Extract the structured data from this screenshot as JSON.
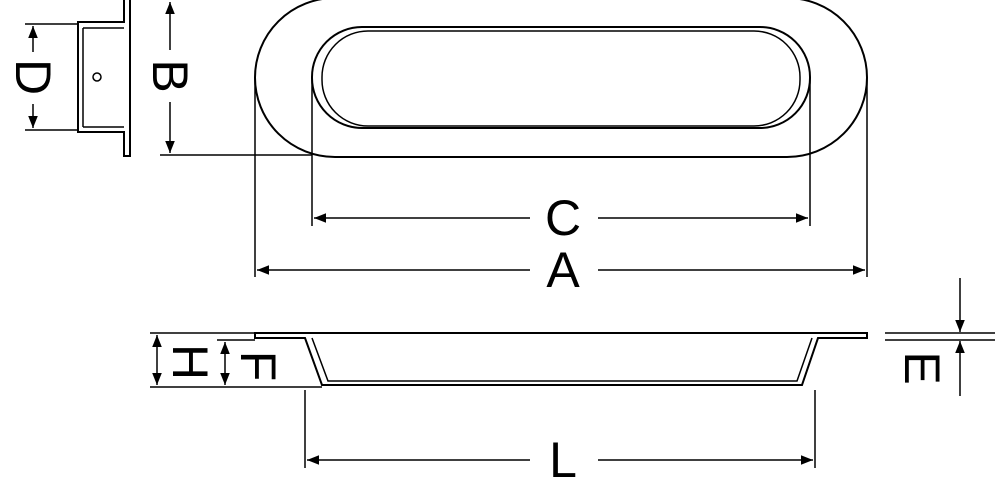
{
  "labels": {
    "A": "A",
    "B": "B",
    "C": "C",
    "D": "D",
    "E": "E",
    "F": "F",
    "H": "H",
    "L": "L"
  },
  "colors": {
    "line": "#000000",
    "background": "#ffffff"
  }
}
